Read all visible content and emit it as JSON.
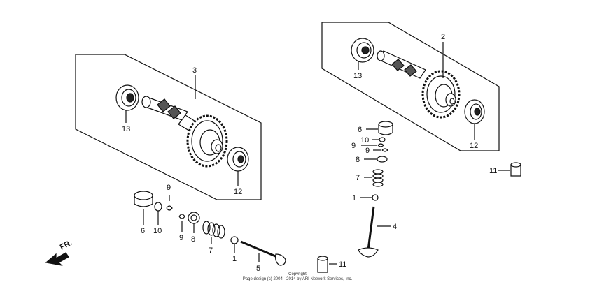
{
  "diagram": {
    "callouts": {
      "c1a": "1",
      "c1b": "1",
      "c2": "2",
      "c3": "3",
      "c4": "4",
      "c5": "5",
      "c6a": "6",
      "c6b": "6",
      "c7a": "7",
      "c7b": "7",
      "c8a": "8",
      "c8b": "8",
      "c9a": "9",
      "c9b": "9",
      "c9c": "9",
      "c9d": "9",
      "c10a": "10",
      "c10b": "10",
      "c11a": "11",
      "c11b": "11",
      "c12a": "12",
      "c12b": "12",
      "c13a": "13",
      "c13b": "13"
    },
    "front_label": "FR."
  },
  "footer": {
    "line1": "Copyright",
    "line2": "Page design (c) 2004 - 2014 by ARI Network Services, Inc."
  }
}
